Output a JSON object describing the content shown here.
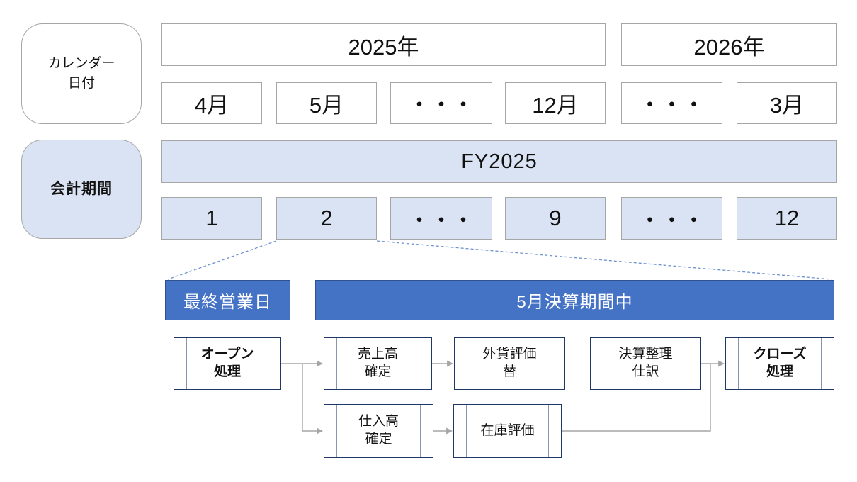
{
  "colors": {
    "accent-blue": "#4472C4",
    "accent-border": "#2F528F",
    "light-blue": "#DAE3F3",
    "navy-border": "#1F3864",
    "gray-border": "#A6A6A6",
    "connector-gray": "#A6A6A6",
    "dashed-blue": "#6D92CF",
    "inner-line": "#8496B0",
    "text-dark": "#111111"
  },
  "side_labels": {
    "calendar": {
      "line1": "カレンダー",
      "line2": "日付"
    },
    "fiscal": {
      "label": "会計期間"
    }
  },
  "calendar_row": {
    "years": [
      {
        "label": "2025年"
      },
      {
        "label": "2026年"
      }
    ],
    "months": [
      "4月",
      "5月",
      "・・・",
      "12月",
      "・・・",
      "3月"
    ]
  },
  "fiscal_row": {
    "fy_label": "FY2025",
    "periods": [
      "1",
      "2",
      "・・・",
      "9",
      "・・・",
      "12"
    ]
  },
  "detail_bars": {
    "last_business_day": "最終営業日",
    "closing_period": "5月決算期間中"
  },
  "flow": {
    "row1": [
      {
        "line1": "オープン",
        "line2": "処理"
      },
      {
        "line1": "売上高",
        "line2": "確定"
      },
      {
        "line1": "外貨評価",
        "line2": "替"
      },
      {
        "line1": "決算整理",
        "line2": "仕訳"
      },
      {
        "line1": "クローズ",
        "line2": "処理"
      }
    ],
    "row2": [
      {
        "line1": "仕入高",
        "line2": "確定"
      },
      {
        "line1": "在庫評価",
        "line2": ""
      }
    ]
  }
}
